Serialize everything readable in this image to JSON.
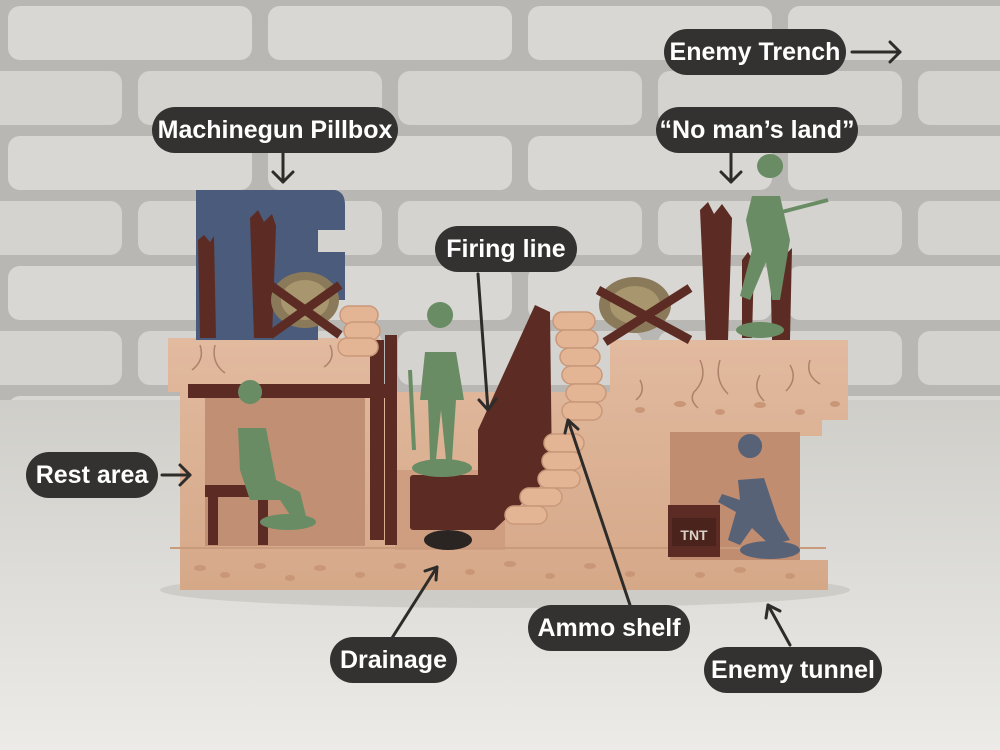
{
  "colors": {
    "wall": "#d6d5d1",
    "mortar": "#b9b7b3",
    "table": "#e2e1dd",
    "earth": "#dcb296",
    "earth_shade": "#c89a7c",
    "wood": "#5c2c24",
    "soldier_green": "#6a8c64",
    "soldier_blue": "#586276",
    "pillbox_blue": "#4b5b7c",
    "sandbag": "#e3b594",
    "callout_bg": "#333230",
    "callout_text": "#ffffff"
  },
  "callouts": {
    "enemy_trench": "Enemy Trench",
    "machinegun_pillbox": "Machinegun Pillbox",
    "no_mans_land": "“No man’s land”",
    "firing_line": "Firing line",
    "rest_area": "Rest area",
    "ammo_shelf": "Ammo shelf",
    "drainage": "Drainage",
    "enemy_tunnel": "Enemy tunnel"
  },
  "model": {
    "crate_label": "TNT"
  }
}
